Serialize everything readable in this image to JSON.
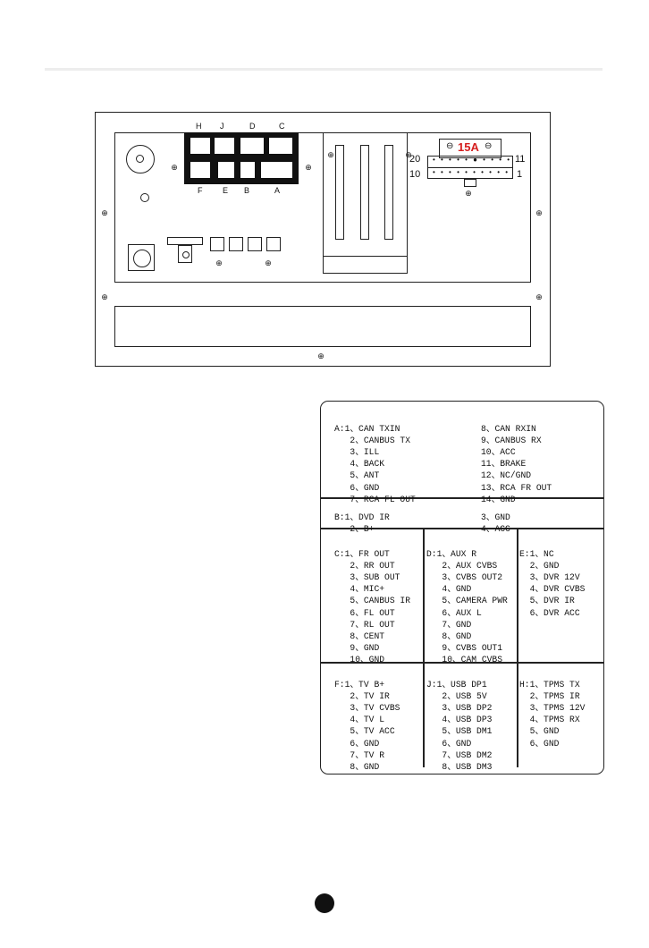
{
  "connector_labels": {
    "top": [
      "H",
      "J",
      "D",
      "C"
    ],
    "bottom": [
      "F",
      "E",
      "B",
      "A"
    ]
  },
  "power": {
    "fuse": "15A",
    "pins_left_top": "20",
    "pins_right_top": "11",
    "pins_left_bottom": "10",
    "pins_right_bottom": "1"
  },
  "table": {
    "A_left": [
      "A:1、CAN TXIN",
      "2、CANBUS TX",
      "3、ILL",
      "4、BACK",
      "5、ANT",
      "6、GND",
      "7、RCA FL OUT"
    ],
    "A_right": [
      "8、CAN RXIN",
      "9、CANBUS RX",
      "10、ACC",
      "11、BRAKE",
      "12、NC/GND",
      "13、RCA FR OUT",
      "14、GND"
    ],
    "B_left": [
      "B:1、DVD IR",
      "2、B+"
    ],
    "B_right": [
      "3、GND",
      "4、ACC"
    ],
    "C": [
      "C:1、FR OUT",
      "2、RR OUT",
      "3、SUB OUT",
      "4、MIC+",
      "5、CANBUS IR",
      "6、FL OUT",
      "7、RL OUT",
      "8、CENT",
      "9、GND",
      "10、GND"
    ],
    "D": [
      "D:1、AUX R",
      "2、AUX CVBS",
      "3、CVBS OUT2",
      "4、GND",
      "5、CAMERA PWR",
      "6、AUX L",
      "7、GND",
      "8、GND",
      "9、CVBS OUT1",
      "10、CAM CVBS"
    ],
    "E": [
      "E:1、NC",
      "2、GND",
      "3、DVR 12V",
      "4、DVR CVBS",
      "5、DVR IR",
      "6、DVR ACC"
    ],
    "F": [
      "F:1、TV B+",
      "2、TV IR",
      "3、TV CVBS",
      "4、TV L",
      "5、TV ACC",
      "6、GND",
      "7、TV R",
      "8、GND"
    ],
    "J": [
      "J:1、USB DP1",
      "2、USB 5V",
      "3、USB DP2",
      "4、USB DP3",
      "5、USB DM1",
      "6、GND",
      "7、USB DM2",
      "8、USB DM3"
    ],
    "H": [
      "H:1、TPMS TX",
      "2、TPMS IR",
      "3、TPMS 12V",
      "4、TPMS RX",
      "5、GND",
      "6、GND"
    ]
  }
}
